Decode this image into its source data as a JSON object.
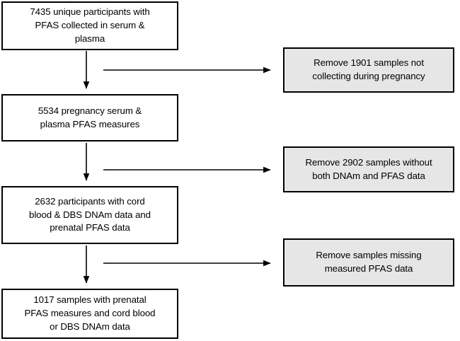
{
  "figure": {
    "type": "flowchart",
    "orientation": "top-to-bottom",
    "background_color": "#ffffff",
    "node_border_color": "#000000",
    "primary_node_fill": "#ffffff",
    "exclusion_node_fill": "#e6e6e6",
    "arrow_color": "#000000"
  },
  "nodes": {
    "cohort": {
      "text": "7435 unique participants with\nPFAS collected in serum &\nplasma",
      "count": 7435
    },
    "pregnancy": {
      "text": "5534 pregnancy serum &\nplasma PFAS measures",
      "count": 5534
    },
    "dnam": {
      "text": "2632 participants with cord\nblood & DBS DNAm data and\nprenatal PFAS data",
      "count": 2632
    },
    "final": {
      "text": "1017 samples with prenatal\nPFAS measures and cord blood\nor DBS DNAm data",
      "count": 1017
    },
    "exclusion_1": {
      "text": "Remove 1901 samples not\ncollecting during pregnancy",
      "count": 1901
    },
    "exclusion_2": {
      "text": "Remove 2902 samples without\nboth DNAm and PFAS data",
      "count": 2902
    },
    "exclusion_3": {
      "text": "Remove samples missing\nmeasured PFAS data",
      "count": null
    }
  },
  "edges": [
    {
      "name": "cohort-to-pregnancy",
      "from": "cohort",
      "to": "pregnancy",
      "direction": "down"
    },
    {
      "name": "cohort-to-exclusion-1",
      "from": "cohort",
      "to": "exclusion_1",
      "direction": "right"
    },
    {
      "name": "pregnancy-to-dnam",
      "from": "pregnancy",
      "to": "dnam",
      "direction": "down"
    },
    {
      "name": "pregnancy-to-exclusion-2",
      "from": "pregnancy",
      "to": "exclusion_2",
      "direction": "right"
    },
    {
      "name": "dnam-to-final",
      "from": "dnam",
      "to": "final",
      "direction": "down"
    },
    {
      "name": "dnam-to-exclusion-3",
      "from": "dnam",
      "to": "exclusion_3",
      "direction": "right"
    }
  ]
}
